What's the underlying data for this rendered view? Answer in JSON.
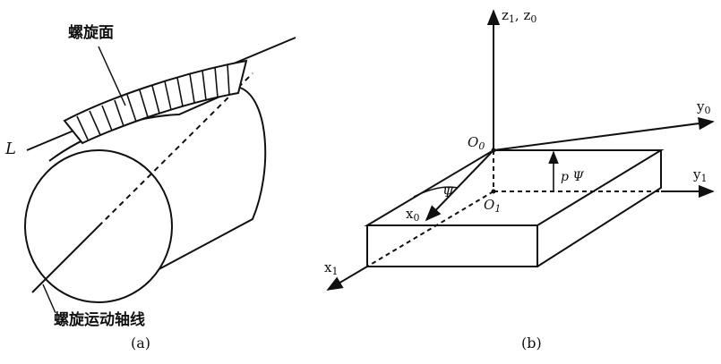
{
  "figure_a": {
    "label_helical_surface": "螺旋面",
    "label_line": "L",
    "label_axis": "螺旋运动轴线",
    "caption": "(a)"
  },
  "figure_b": {
    "label_z": "z",
    "label_z_sub1": "1",
    "label_z_sep": ", z",
    "label_z_sub0": "0",
    "label_y0": "y",
    "label_y0_sub": "0",
    "label_y1": "y",
    "label_y1_sub": "1",
    "label_x0": "x",
    "label_x0_sub": "0",
    "label_x1": "x",
    "label_x1_sub": "1",
    "label_O0": "O",
    "label_O0_sub": "0",
    "label_O1": "O",
    "label_O1_sub": "1",
    "label_angle": "Ψ",
    "label_shift": "p Ψ",
    "caption": "(b)"
  }
}
